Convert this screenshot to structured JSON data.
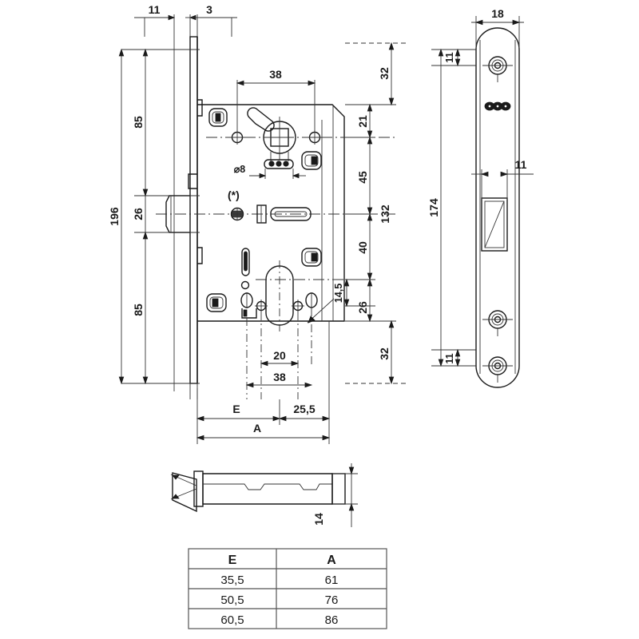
{
  "drawing": {
    "title": "Mortise lock dimensioned drawing",
    "units": "mm",
    "note_marker": "(*)"
  },
  "front_view": {
    "name": "lock-body-front-view",
    "top_dims": {
      "faceplate_offset": "11",
      "faceplate_thickness": "3",
      "backset_to_follower": "38"
    },
    "left_dims": {
      "overall_height": "196",
      "top_segment": "85",
      "middle_segment": "26",
      "bottom_segment": "85"
    },
    "right_dims": {
      "top_edge_margin": "32",
      "latch_to_follower": "21",
      "follower_zone": "45",
      "centres_distance": "132",
      "follower_to_cylinder": "40",
      "cylinder_lower": "26",
      "bottom_edge_margin": "32"
    },
    "internal_dims": {
      "follower_square": "⌀8",
      "cylinder_width": "20",
      "cylinder_backset": "38",
      "screw_offset": "14,5"
    },
    "bottom_dims": {
      "backset_label": "E",
      "overall_label": "A",
      "rear_dim": "25,5",
      "cylinder_backset": "38"
    }
  },
  "side_view": {
    "name": "faceplate-side-view",
    "width": "18",
    "length": "174",
    "top_screw_margin": "11",
    "bottom_screw_margin": "11",
    "latch_width": "11"
  },
  "bolt_detail": {
    "name": "latch-bolt-detail-view",
    "height": "14"
  },
  "table": {
    "name": "backset-table",
    "headers": [
      "E",
      "A"
    ],
    "rows": [
      [
        "35,5",
        "61"
      ],
      [
        "50,5",
        "76"
      ],
      [
        "60,5",
        "86"
      ]
    ]
  }
}
